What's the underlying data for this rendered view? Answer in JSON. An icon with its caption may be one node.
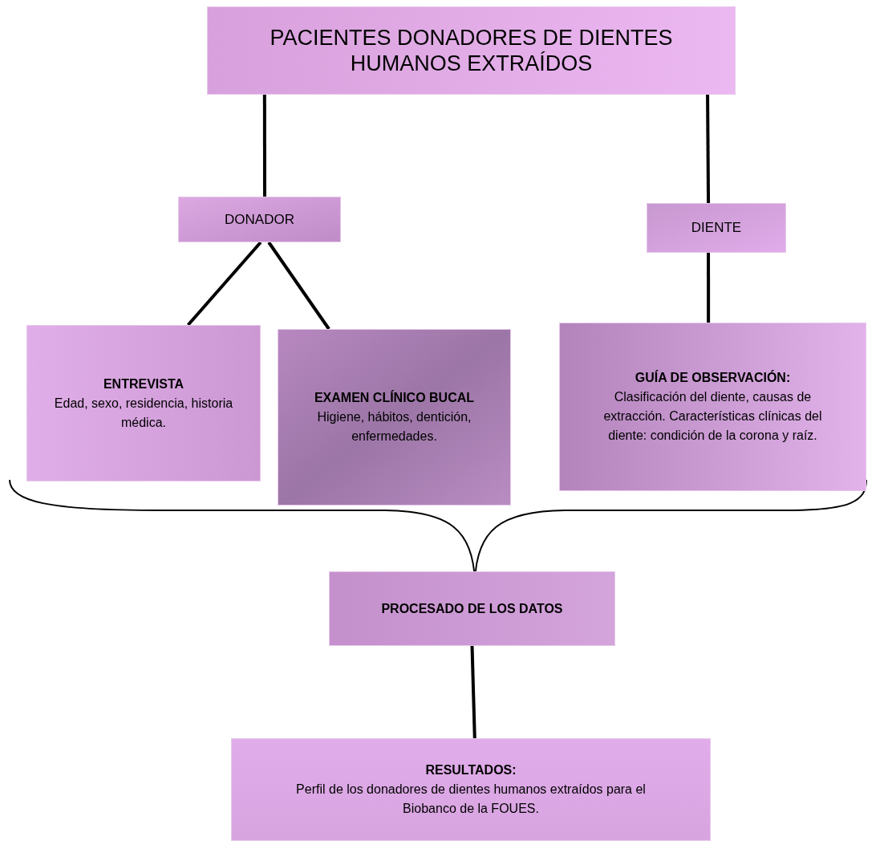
{
  "diagram": {
    "nodes": [
      {
        "text": [
          "PACIENTES DONADORES DE DIENTES HUMANOS EXTRAÍDOS"
        ]
      },
      {
        "text": [
          "DONADOR"
        ]
      },
      {
        "text": [
          "DIENTE"
        ]
      },
      {
        "text": [
          "ENTREVISTA",
          "Edad, sexo, residencia, historia médica."
        ]
      },
      {
        "text": [
          "EXAMEN CLÍNICO BUCAL",
          "Higiene, hábitos, dentición, enfermedades."
        ]
      },
      {
        "text": [
          "GUÍA DE OBSERVACIÓN:",
          "Clasificación del diente, causas de extracción. Características clínicas del diente: condición de la corona y raíz."
        ]
      },
      {
        "text": [
          "PROCESADO DE LOS DATOS"
        ]
      },
      {
        "text": [
          "RESULTADOS:",
          "Perfil de los donadores de dientes humanos extraídos para el Biobanco de la FOUES."
        ]
      }
    ],
    "edges": [
      {
        "from": 0,
        "to": 1,
        "arrow": "none"
      },
      {
        "from": 0,
        "to": 2,
        "arrow": "none"
      },
      {
        "from": 1,
        "to": 3,
        "arrow": "none"
      },
      {
        "from": 1,
        "to": 4,
        "arrow": "none"
      },
      {
        "from": 2,
        "to": 5,
        "arrow": "none"
      },
      {
        "from": 6,
        "to": 7,
        "arrow": "none"
      }
    ]
  }
}
